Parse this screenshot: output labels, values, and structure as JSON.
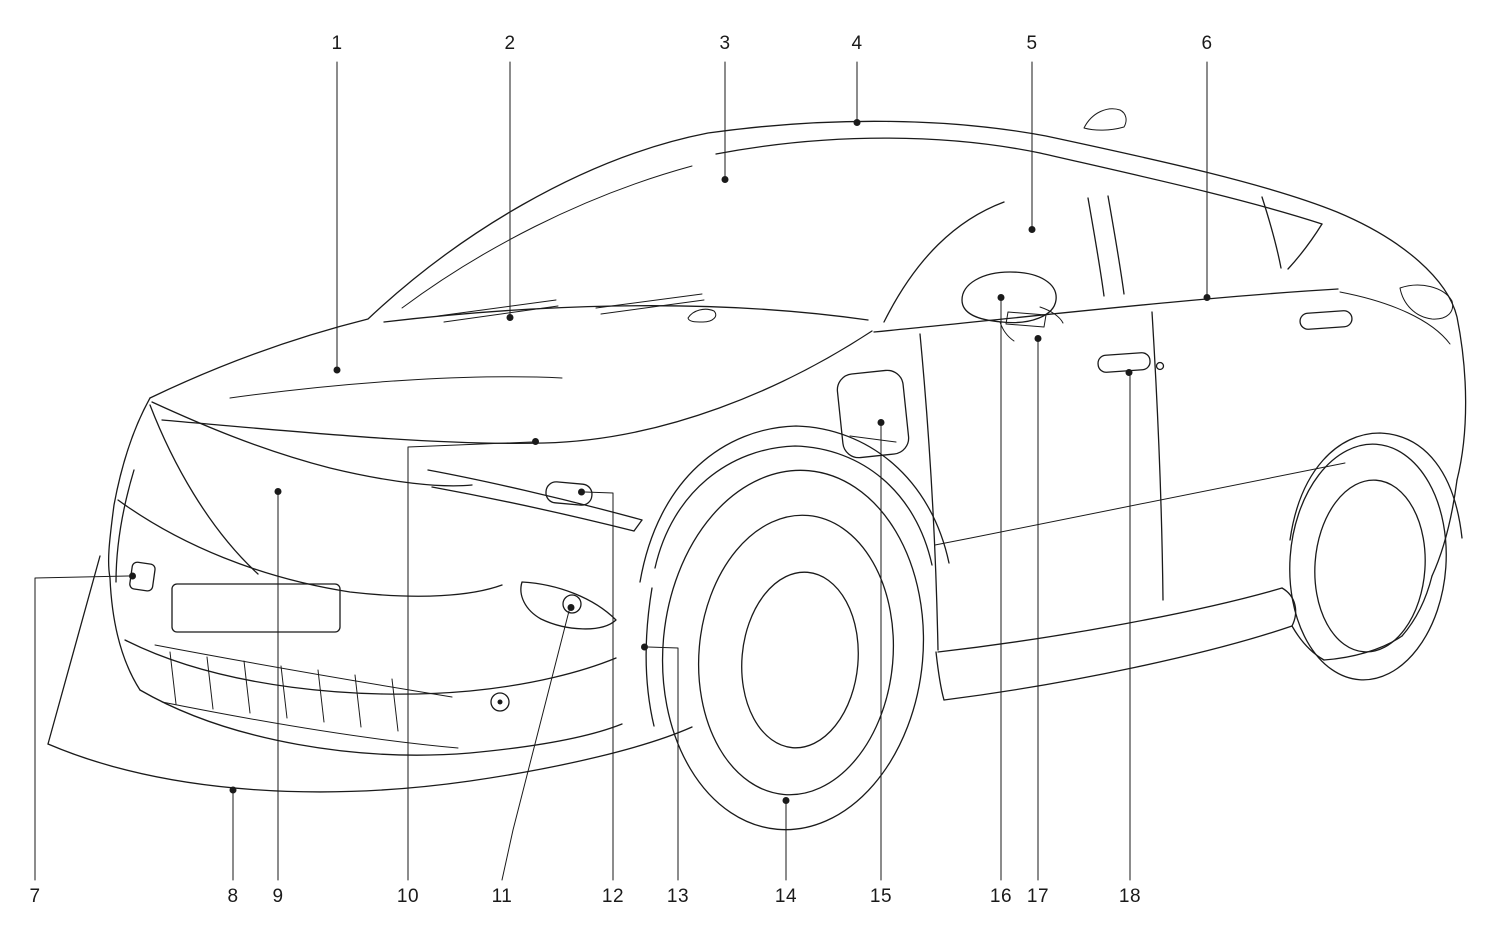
{
  "colors": {
    "ink": "#1a1a1a",
    "background": "#ffffff"
  },
  "callouts": {
    "items": [
      {
        "n": "1"
      },
      {
        "n": "2"
      },
      {
        "n": "3"
      },
      {
        "n": "4"
      },
      {
        "n": "5"
      },
      {
        "n": "6"
      },
      {
        "n": "7"
      },
      {
        "n": "8"
      },
      {
        "n": "9"
      },
      {
        "n": "10"
      },
      {
        "n": "11"
      },
      {
        "n": "12"
      },
      {
        "n": "13"
      },
      {
        "n": "14"
      },
      {
        "n": "15"
      },
      {
        "n": "16"
      },
      {
        "n": "17"
      },
      {
        "n": "18"
      }
    ]
  }
}
